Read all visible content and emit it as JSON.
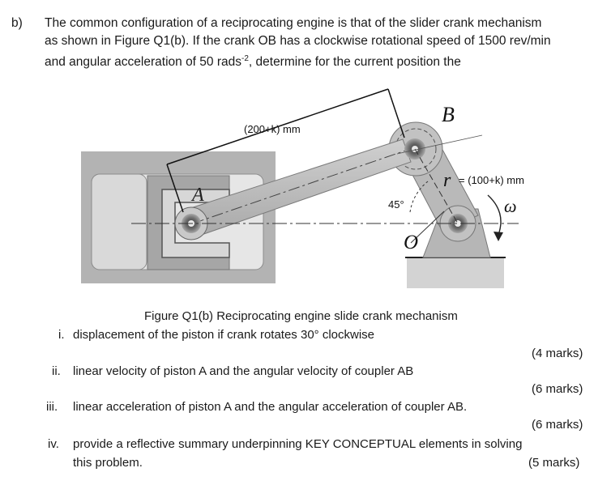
{
  "question": {
    "label": "b)",
    "line1": "The common configuration of a reciprocating engine is that of the slider crank mechanism",
    "line2": "as shown in Figure Q1(b). If the crank OB has a clockwise rotational speed of 1500 rev/min",
    "line3_pre": "and angular acceleration of 50 rads",
    "line3_sup": "-2",
    "line3_post": ", determine for the current position the"
  },
  "figure": {
    "label_B": "B",
    "label_A": "A",
    "label_O": "O",
    "label_r": "r",
    "label_omega": "ω",
    "dim_coupler": "(200+k) mm",
    "dim_crank": "= (100+k) mm",
    "angle": "45°",
    "caption": "Figure Q1(b) Reciprocating engine slide crank mechanism"
  },
  "items": [
    {
      "num": "i.",
      "text": "displacement of the piston if crank rotates 30° clockwise",
      "marks": "(4 marks)"
    },
    {
      "num": "ii.",
      "text": "linear velocity of piston A and the angular velocity of coupler AB",
      "marks": "(6 marks)"
    },
    {
      "num": "iii.",
      "text": "linear acceleration of piston A and the angular acceleration of coupler AB.",
      "marks": "(6 marks)"
    },
    {
      "num": "iv.",
      "text": "provide a reflective summary underpinning KEY CONCEPTUAL elements in solving",
      "text2": "this problem.",
      "marks": "(5 marks)"
    }
  ]
}
